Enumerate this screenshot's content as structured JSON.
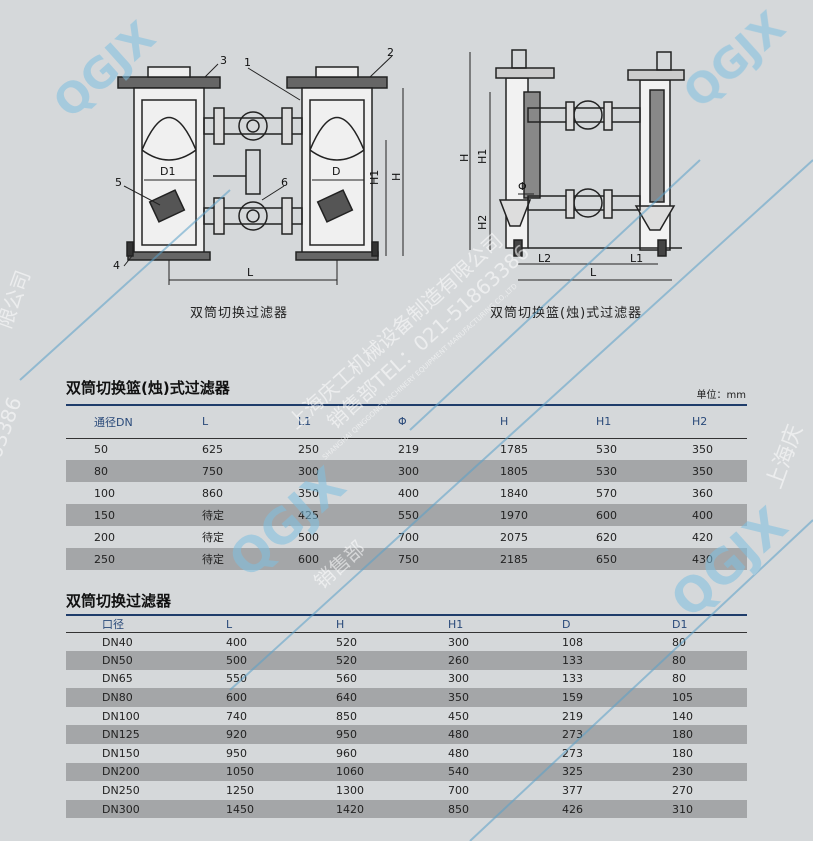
{
  "drawing_left": {
    "labels": [
      "1",
      "2",
      "3",
      "4",
      "5",
      "6"
    ],
    "dims": [
      "D1",
      "D",
      "H1",
      "H",
      "L"
    ],
    "caption": "双筒切换过滤器"
  },
  "drawing_right": {
    "dims": [
      "H1",
      "H",
      "H2",
      "Φ",
      "L2",
      "L",
      "L1"
    ],
    "caption": "双筒切换篮(烛)式过滤器"
  },
  "table1": {
    "title": "双筒切换篮(烛)式过滤器",
    "unit": "单位：mm",
    "headers": [
      "通径DN",
      "L",
      "L1",
      "Φ",
      "H",
      "H1",
      "H2"
    ],
    "rows": [
      [
        "50",
        "625",
        "250",
        "219",
        "1785",
        "530",
        "350"
      ],
      [
        "80",
        "750",
        "300",
        "300",
        "1805",
        "530",
        "350"
      ],
      [
        "100",
        "860",
        "350",
        "400",
        "1840",
        "570",
        "360"
      ],
      [
        "150",
        "待定",
        "425",
        "550",
        "1970",
        "600",
        "400"
      ],
      [
        "200",
        "待定",
        "500",
        "700",
        "2075",
        "620",
        "420"
      ],
      [
        "250",
        "待定",
        "600",
        "750",
        "2185",
        "650",
        "430"
      ]
    ]
  },
  "table2": {
    "title": "双筒切换过滤器",
    "headers": [
      "口径",
      "L",
      "H",
      "H1",
      "D",
      "D1"
    ],
    "rows": [
      [
        "DN40",
        "400",
        "520",
        "300",
        "108",
        "80"
      ],
      [
        "DN50",
        "500",
        "520",
        "260",
        "133",
        "80"
      ],
      [
        "DN65",
        "550",
        "560",
        "300",
        "133",
        "80"
      ],
      [
        "DN80",
        "600",
        "640",
        "350",
        "159",
        "105"
      ],
      [
        "DN100",
        "740",
        "850",
        "450",
        "219",
        "140"
      ],
      [
        "DN125",
        "920",
        "950",
        "480",
        "273",
        "180"
      ],
      [
        "DN150",
        "950",
        "960",
        "480",
        "273",
        "180"
      ],
      [
        "DN200",
        "1050",
        "1060",
        "540",
        "325",
        "230"
      ],
      [
        "DN250",
        "1250",
        "1300",
        "700",
        "377",
        "270"
      ],
      [
        "DN300",
        "1450",
        "1420",
        "850",
        "426",
        "310"
      ]
    ]
  },
  "watermark": {
    "brand": "QGJX",
    "company": "上海庆工机械设备制造有限公司",
    "sales": "销售部TEL：021-51863386",
    "sales_short": "销售部",
    "english": "SHANGHAI QINGGONG MACHINERY EQUIPMENT MANUFACTURING CO.,LTD",
    "phone_fragment": "63386",
    "company_short": "上海庆",
    "company_tail": "限公司"
  }
}
